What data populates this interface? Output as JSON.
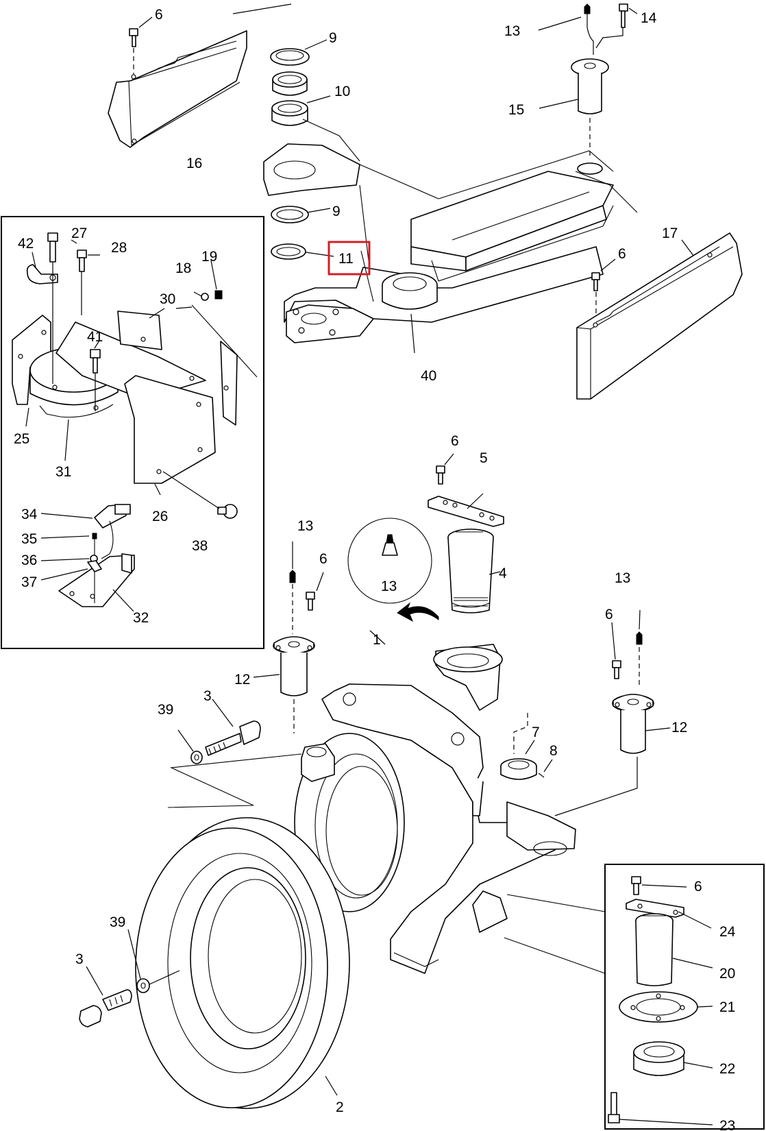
{
  "colors": {
    "line": "#000000",
    "background": "#ffffff",
    "highlight": "#d21f26"
  },
  "highlighted_callout": "11",
  "callouts": {
    "c1": "1",
    "c2": "2",
    "c3a": "3",
    "c3b": "3",
    "c4": "4",
    "c5": "5",
    "c6a": "6",
    "c6b": "6",
    "c6c": "6",
    "c6d": "6",
    "c6e": "6",
    "c6f": "6",
    "c7": "7",
    "c8": "8",
    "c9a": "9",
    "c9b": "9",
    "c10": "10",
    "c11": "11",
    "c12a": "12",
    "c12b": "12",
    "c13a": "13",
    "c13b": "13",
    "c13c": "13",
    "c13d": "13",
    "c14": "14",
    "c15": "15",
    "c16": "16",
    "c17": "17",
    "c18": "18",
    "c19": "19",
    "c20": "20",
    "c21": "21",
    "c22": "22",
    "c23": "23",
    "c24": "24",
    "c25": "25",
    "c26": "26",
    "c27": "27",
    "c28": "28",
    "c30": "30",
    "c31": "31",
    "c32": "32",
    "c34": "34",
    "c35": "35",
    "c36": "36",
    "c37": "37",
    "c38": "38",
    "c39a": "39",
    "c39b": "39",
    "c40": "40",
    "c41": "41",
    "c42": "42"
  }
}
